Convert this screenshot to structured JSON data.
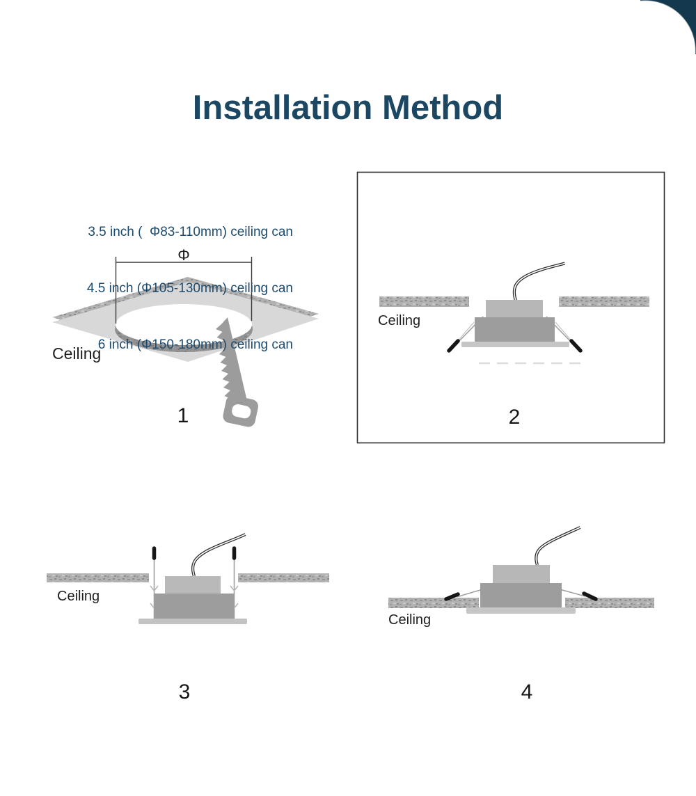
{
  "title": "Installation Method",
  "specs": [
    "3.5 inch (  Φ83-110mm) ceiling can",
    "4.5 inch (Φ105-130mm) ceiling can",
    "6 inch (Φ150-180mm) ceiling can"
  ],
  "steps": [
    {
      "number": "1",
      "ceiling_label": "Ceiling",
      "dimension_symbol": "Φ"
    },
    {
      "number": "2",
      "ceiling_label": "Ceiling"
    },
    {
      "number": "3",
      "ceiling_label": "Ceiling"
    },
    {
      "number": "4",
      "ceiling_label": "Ceiling"
    }
  ],
  "colors": {
    "heading": "#1b4763",
    "corner_accent": "#14384e",
    "spec_text": "#1c4a6e"
  }
}
